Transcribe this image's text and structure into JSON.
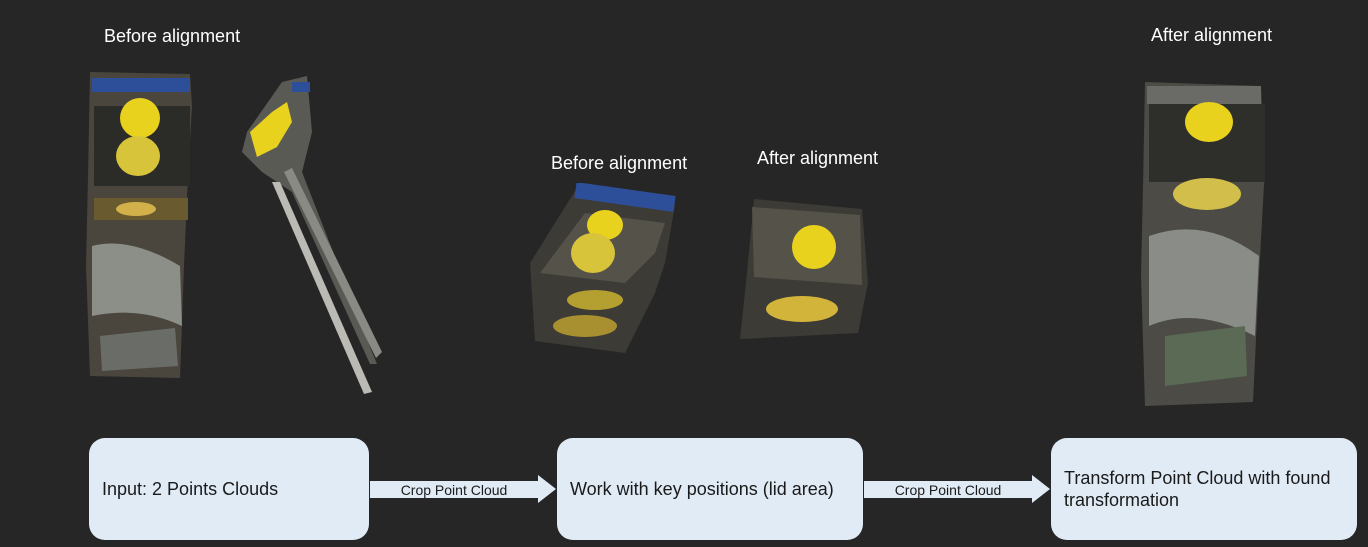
{
  "labels": {
    "before_top": "Before  alignment",
    "after_top": "After alignment",
    "before_mid": "Before alignment",
    "after_mid": "After alignment"
  },
  "boxes": {
    "input": "Input: 2 Points Clouds",
    "work": "Work with key positions (lid area)",
    "transform": "Transform Point Cloud with found transformation"
  },
  "arrows": {
    "first": "Crop Point Cloud",
    "second": "Crop Point Cloud"
  },
  "colors": {
    "background": "#262626",
    "box_fill": "#e1ebf5",
    "lid_yellow": "#e8d21e",
    "label_blue": "#2d4f9a"
  }
}
